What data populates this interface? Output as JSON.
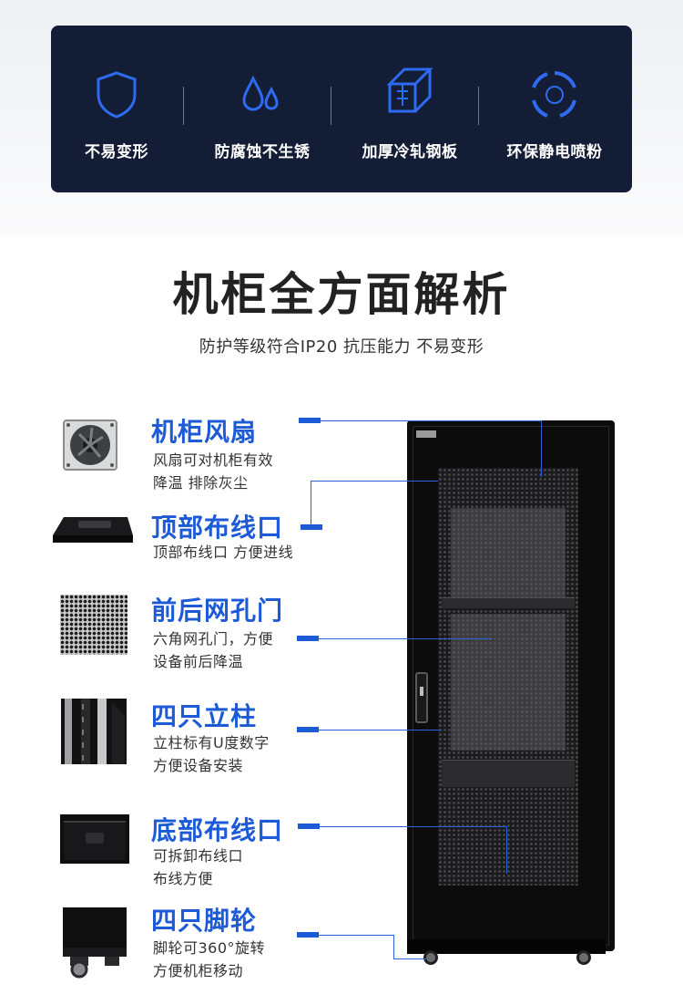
{
  "banner": {
    "features": [
      {
        "label": "不易变形",
        "icon": "shield-icon"
      },
      {
        "label": "防腐蚀不生锈",
        "icon": "water-drops-icon"
      },
      {
        "label": "加厚冷轧钢板",
        "icon": "steel-plate-icon"
      },
      {
        "label": "环保静电喷粉",
        "icon": "recycle-ring-icon"
      }
    ],
    "colors": {
      "card": "#141d36",
      "icon": "#2d6cf0",
      "text": "#ffffff"
    }
  },
  "header": {
    "title": "机柜全方面解析",
    "subtitle": "防护等级符合IP20  抗压能力 不易变形"
  },
  "features": [
    {
      "title": "机柜风扇",
      "desc1": "风扇可对机柜有效",
      "desc2": "降温 排除灰尘",
      "thumb": "fan-image"
    },
    {
      "title": "顶部布线口",
      "desc1": "顶部布线口 方便进线",
      "desc2": "",
      "thumb": "top-cable-port-image"
    },
    {
      "title": "前后网孔门",
      "desc1": "六角网孔门，方便",
      "desc2": "设备前后降温",
      "thumb": "mesh-door-image"
    },
    {
      "title": "四只立柱",
      "desc1": "立柱标有U度数字",
      "desc2": "方便设备安装",
      "thumb": "column-image"
    },
    {
      "title": "底部布线口",
      "desc1": "可拆卸布线口",
      "desc2": "布线方便",
      "thumb": "bottom-cable-port-image"
    },
    {
      "title": "四只脚轮",
      "desc1": "脚轮可360°旋转",
      "desc2": "方便机柜移动",
      "thumb": "caster-image"
    }
  ],
  "accent": "#1d5bd6"
}
